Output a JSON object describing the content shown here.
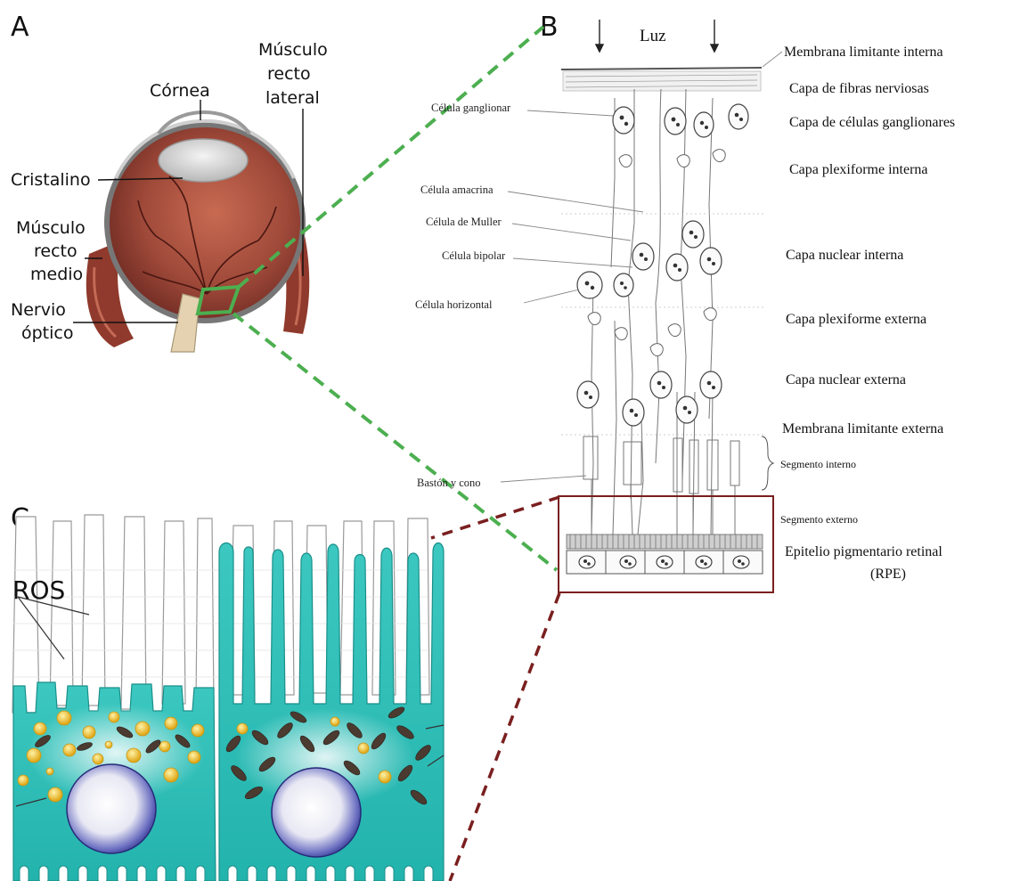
{
  "panels": {
    "a": "A",
    "b": "B",
    "c": "C"
  },
  "eye": {
    "cornea": "Córnea",
    "lateral_muscle": [
      "Músculo",
      "recto",
      "lateral"
    ],
    "lens": "Cristalino",
    "medial_muscle": [
      "Músculo",
      "recto",
      "medio"
    ],
    "optic_nerve": [
      "Nervio",
      "óptico"
    ]
  },
  "retina": {
    "light": "Luz",
    "cells": {
      "ganglion": "Célula ganglionar",
      "amacrine": "Célula amacrina",
      "muller": "Célula de Muller",
      "bipolar": "Célula bipolar",
      "horizontal": "Célula horizontal",
      "rod_cone": "Bastón y cono"
    },
    "layers": {
      "inner_limiting": "Membrana limitante interna",
      "nerve_fiber": "Capa de fibras nerviosas",
      "ganglion_cell": "Capa de células ganglionares",
      "inner_plexiform": "Capa plexiforme interna",
      "inner_nuclear": "Capa nuclear interna",
      "outer_plexiform": "Capa plexiforme externa",
      "outer_nuclear": "Capa nuclear externa",
      "outer_limiting": "Membrana limitante externa",
      "inner_segment": "Segmento interno",
      "outer_segment": "Segmento externo",
      "rpe": [
        "Epitelio pigmentario retinal",
        "(RPE)"
      ]
    }
  },
  "rpe_detail": {
    "ros": "ROS"
  },
  "colors": {
    "zoom_green": "#4caf50",
    "zoom_red": "#7a1f1f",
    "rpe_cyan": "#2fbdb6",
    "muscle": "#8f3a2c",
    "eyeball": "#a04a3a",
    "granule": "#f2c230",
    "melanosome": "#4a3a30",
    "nucleus": "#3b3f9a"
  }
}
